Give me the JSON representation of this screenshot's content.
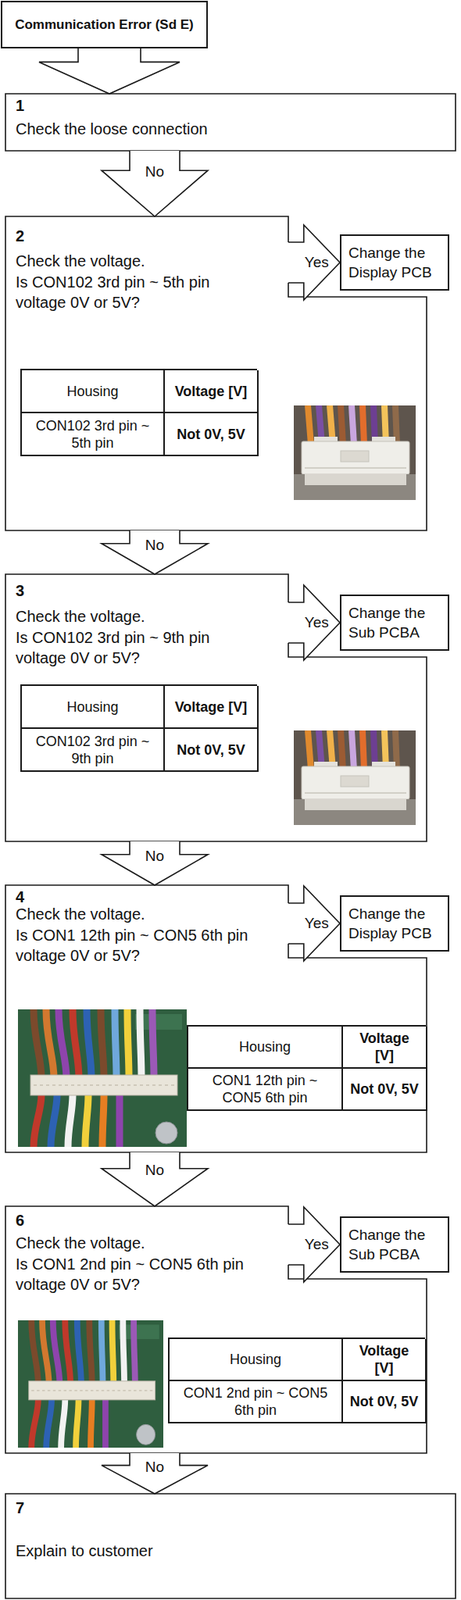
{
  "diagram": {
    "nodes": [
      {
        "text": [
          "Communication Error (Sd E)"
        ]
      },
      {
        "text": [
          "1",
          "Check the loose connection"
        ]
      },
      {
        "text": [
          "2",
          "Check the voltage.",
          "Is CON102 3rd pin ~ 5th pin voltage 0V or 5V?"
        ]
      },
      {
        "text": [
          "Housing",
          "Voltage [V]",
          "CON102 3rd pin ~ 5th pin",
          "Not 0V, 5V"
        ],
        "in": 2
      },
      {
        "text": [
          "Change the Display PCB"
        ]
      },
      {
        "text": [
          "3",
          "Check the voltage.",
          "Is CON102 3rd pin ~ 9th pin voltage 0V or 5V?"
        ]
      },
      {
        "text": [
          "Housing",
          "Voltage [V]",
          "CON102 3rd pin ~ 9th pin",
          "Not 0V, 5V"
        ],
        "in": 5
      },
      {
        "text": [
          "Change the Sub PCBA"
        ]
      },
      {
        "text": [
          "4",
          "Check the voltage.",
          "Is CON1 12th pin ~ CON5 6th pin voltage 0V or 5V?"
        ]
      },
      {
        "text": [
          "Housing",
          "Voltage [V]",
          "CON1 12th pin ~ CON5 6th pin",
          "Not 0V, 5V"
        ],
        "in": 8
      },
      {
        "text": [
          "Change the Display PCB"
        ]
      },
      {
        "text": [
          "6",
          "Check the voltage.",
          "Is CON1 2nd pin ~ CON5 6th pin voltage 0V or 5V?"
        ]
      },
      {
        "text": [
          "Housing",
          "Voltage [V]",
          "CON1 2nd pin ~ CON5 6th pin",
          "Not 0V, 5V"
        ],
        "in": 11
      },
      {
        "text": [
          "Change the Sub PCBA"
        ]
      },
      {
        "text": [
          "7",
          "Explain to customer"
        ]
      }
    ],
    "edges": [
      {
        "from": 0,
        "to": 1,
        "arrow": "to"
      },
      {
        "from": 1,
        "to": 2,
        "label": "No",
        "arrow": "to"
      },
      {
        "from": 2,
        "to": 4,
        "label": "Yes",
        "arrow": "to"
      },
      {
        "from": 2,
        "to": 5,
        "label": "No",
        "arrow": "to"
      },
      {
        "from": 5,
        "to": 7,
        "label": "Yes",
        "arrow": "to"
      },
      {
        "from": 5,
        "to": 8,
        "label": "No",
        "arrow": "to"
      },
      {
        "from": 8,
        "to": 10,
        "label": "Yes",
        "arrow": "to"
      },
      {
        "from": 8,
        "to": 11,
        "label": "No",
        "arrow": "to"
      },
      {
        "from": 11,
        "to": 13,
        "label": "Yes",
        "arrow": "to"
      },
      {
        "from": 11,
        "to": 14,
        "label": "No",
        "arrow": "to"
      }
    ]
  }
}
